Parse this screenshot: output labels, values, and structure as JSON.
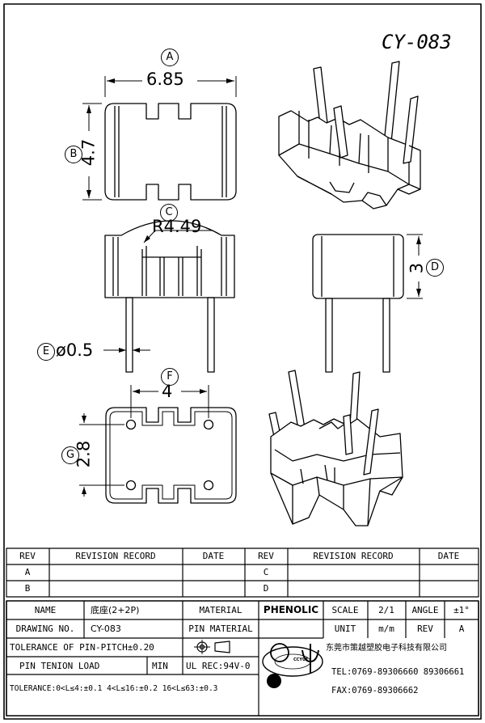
{
  "drawing": {
    "model": "CY-083",
    "dims": {
      "A": {
        "label": "A",
        "value": "6.85"
      },
      "B": {
        "label": "B",
        "value": "4.7"
      },
      "C": {
        "label": "C",
        "value": "R4.49"
      },
      "D": {
        "label": "D",
        "value": "3"
      },
      "E": {
        "label": "E",
        "value": "ø0.5"
      },
      "F": {
        "label": "F",
        "value": "4"
      },
      "G": {
        "label": "G",
        "value": "2.8"
      }
    }
  },
  "revision": {
    "headers": [
      "REV",
      "REVISION RECORD",
      "DATE",
      "REV",
      "REVISION RECORD",
      "DATE"
    ],
    "rows": [
      [
        "A",
        "",
        "",
        "C",
        "",
        ""
      ],
      [
        "B",
        "",
        "",
        "D",
        "",
        ""
      ]
    ]
  },
  "titleblock": {
    "name_label": "NAME",
    "name_value": "底座(2+2P)",
    "material_label": "MATERIAL",
    "material_value": "PHENOLIC",
    "scale_label": "SCALE",
    "scale_value": "2/1",
    "angle_label": "ANGLE",
    "angle_value": "±1°",
    "drawing_no_label": "DRAWING NO.",
    "drawing_no_value": "CY-083",
    "pin_material_label": "PIN MATERIAL",
    "unit_label": "UNIT",
    "unit_value": "m/m",
    "rev_label": "REV",
    "rev_value": "A",
    "tolerance_pitch": "TOLERANCE OF PIN-PITCH±0.20",
    "pin_tension": "PIN TENION LOAD",
    "min_label": "MIN",
    "ul_rec": "UL REC:94V-0",
    "tolerance_note": "TOLERANCE:0<L≤4:±0.1  4<L≤16:±0.2  16<L≤63:±0.3",
    "company": "东莞市策越塑胶电子科技有限公司",
    "tel": "TEL:0769-89306660  89306661",
    "fax": "FAX:0769-89306662",
    "logo_text": "CCYUE"
  }
}
